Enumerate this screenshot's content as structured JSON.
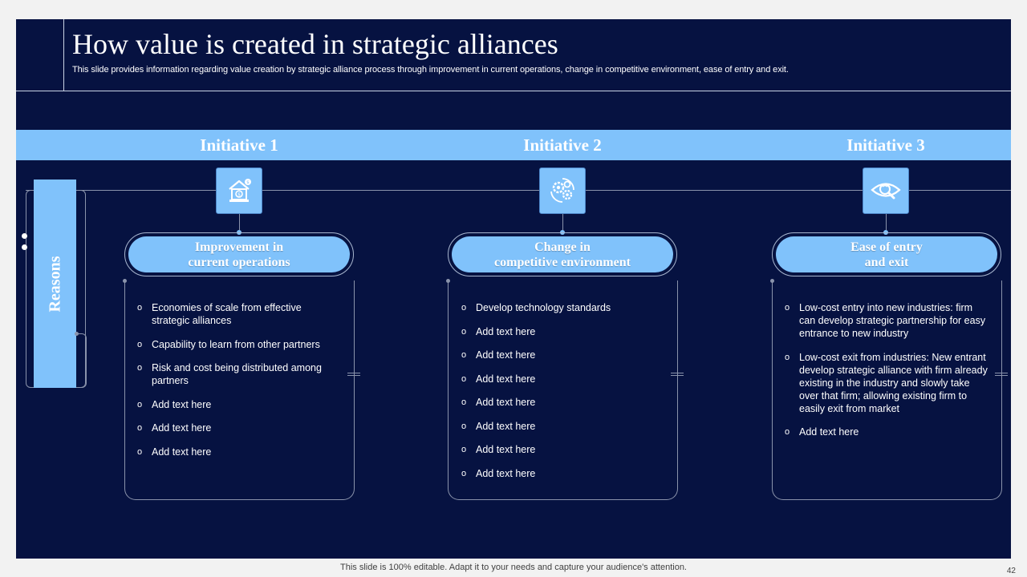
{
  "slide": {
    "title": "How value is created in strategic alliances",
    "subtitle": "This slide provides information regarding value creation by strategic alliance process through improvement in current operations, change in competitive environment, ease of entry and exit."
  },
  "reasons_label": "Reasons",
  "initiatives": [
    {
      "label": "Initiative 1",
      "icon": "house-dollar-icon",
      "heading": "Improvement in\ncurrent operations",
      "bullets": [
        "Economies of scale from effective strategic alliances",
        "Capability to learn from other partners",
        "Risk and cost being distributed among partners",
        "Add text here",
        "Add text here",
        "Add text here"
      ]
    },
    {
      "label": "Initiative 2",
      "icon": "gears-icon",
      "heading": "Change in\ncompetitive environment",
      "bullets": [
        "Develop technology standards",
        "Add text here",
        "Add text here",
        "Add text here",
        "Add text here",
        "Add text here",
        " Add text here",
        "Add text here"
      ]
    },
    {
      "label": "Initiative 3",
      "icon": "eye-magnifier-icon",
      "heading": "Ease of entry\nand exit",
      "bullets": [
        "Low-cost entry into new industries: firm can develop strategic partnership for easy entrance to new industry",
        "Low-cost exit from industries: New entrant develop strategic alliance with firm already existing in the industry and slowly take over that firm; allowing existing firm to easily exit from market",
        "Add text here"
      ]
    }
  ],
  "footer": {
    "note": "This slide is 100% editable. Adapt it to your needs and capture your audience's attention.",
    "page_number": "42"
  },
  "colors": {
    "background": "#061241",
    "accent": "#80c2fb",
    "outline": "#8a93ab"
  }
}
